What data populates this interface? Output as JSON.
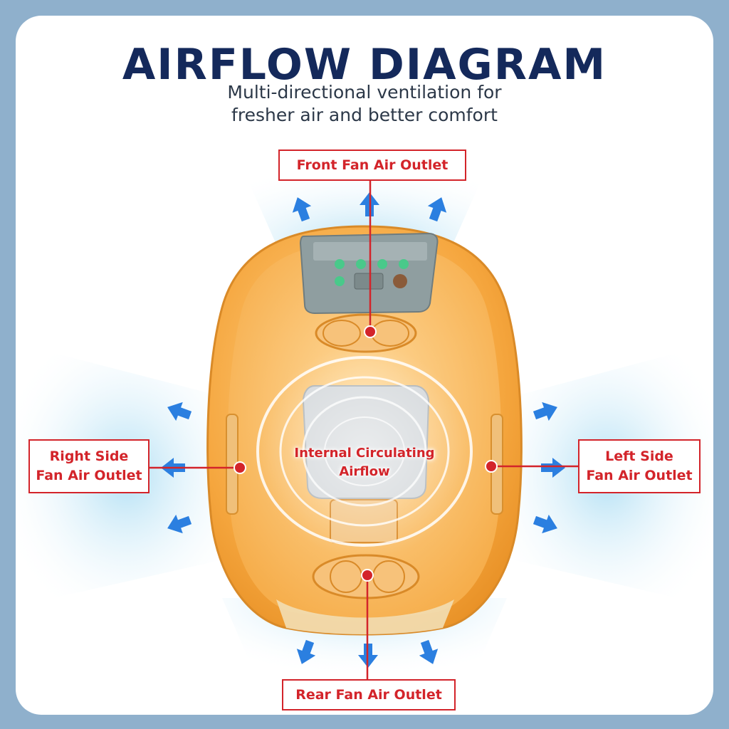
{
  "header": {
    "title": "AIRFLOW DIAGRAM",
    "subtitle_line1": "Multi-directional ventilation for",
    "subtitle_line2": "fresher air and better comfort"
  },
  "labels": {
    "front": "Front Fan Air Outlet",
    "rear": "Rear Fan Air Outlet",
    "right_line1": "Right Side",
    "right_line2": "Fan Air Outlet",
    "left_line1": "Left Side",
    "left_line2": "Fan Air Outlet",
    "center_line1": "Internal Circulating",
    "center_line2": "Airflow"
  },
  "colors": {
    "background_frame": "#8fb0cc",
    "title": "#14295b",
    "label_red": "#d3242a",
    "arrow_blue": "#2b7fe0",
    "helmet_orange": "#f4a540",
    "air_glow": "#bfe6f7"
  },
  "icons": {
    "arrow": "arrow-icon",
    "marker": "red-dot-marker",
    "helmet": "helmet-shell-illustration"
  }
}
